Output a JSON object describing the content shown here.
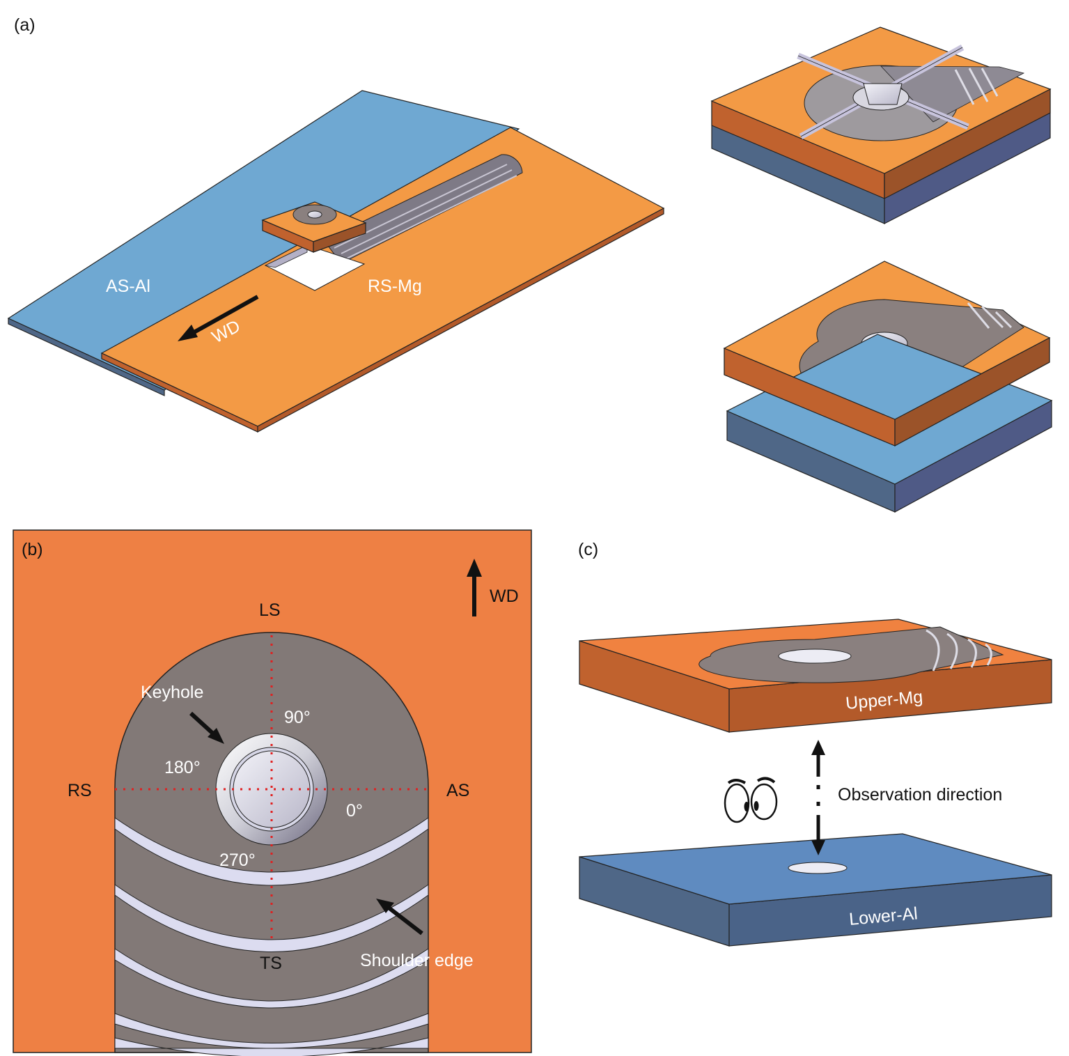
{
  "colors": {
    "mg_top": "#F39A45",
    "mg_side": "#C0622E",
    "al_top": "#6FA8D2",
    "al_side": "#4F6787",
    "tool": "#8A807F",
    "panel_b_bg": "#EE8044",
    "red_dash": "#E02020"
  },
  "panel_a": {
    "label": "(a)",
    "as_label": "AS-Al",
    "rs_label": "RS-Mg",
    "wd_label": "WD"
  },
  "panel_b": {
    "label": "(b)",
    "wd_label": "WD",
    "ls_label": "LS",
    "ts_label": "TS",
    "rs_label": "RS",
    "as_label": "AS",
    "angle_0": "0°",
    "angle_90": "90°",
    "angle_180": "180°",
    "angle_270": "270°",
    "keyhole_label": "Keyhole",
    "shoulder_label": "Shoulder edge"
  },
  "panel_c": {
    "label": "(c)",
    "upper_label": "Upper-Mg",
    "lower_label": "Lower-Al",
    "observation_label": "Observation direction"
  }
}
